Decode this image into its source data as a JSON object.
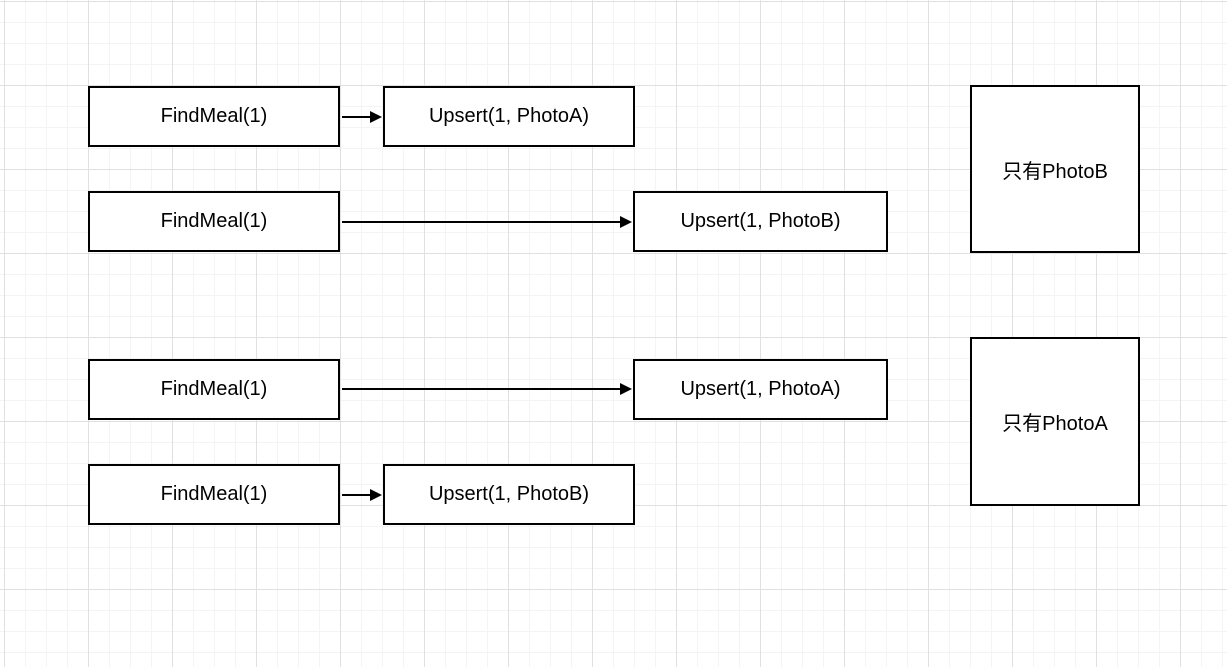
{
  "canvas": {
    "background_color": "#ffffff",
    "grid_minor_color": "#f4f4f4",
    "grid_major_color": "#e0e0e0",
    "node_border_color": "#000000",
    "node_fill_color": "#ffffff",
    "text_color": "#000000",
    "edge_color": "#000000"
  },
  "nodes": [
    {
      "label": "FindMeal(1)"
    },
    {
      "label": "Upsert(1, PhotoA)"
    },
    {
      "label": "FindMeal(1)"
    },
    {
      "label": "Upsert(1, PhotoB)"
    },
    {
      "label": "FindMeal(1)"
    },
    {
      "label": "Upsert(1, PhotoA)"
    },
    {
      "label": "FindMeal(1)"
    },
    {
      "label": "Upsert(1, PhotoB)"
    },
    {
      "label": "只有PhotoB"
    },
    {
      "label": "只有PhotoA"
    }
  ],
  "edges": [
    {
      "from_label": "FindMeal(1)",
      "to_label": "Upsert(1, PhotoA)"
    },
    {
      "from_label": "FindMeal(1)",
      "to_label": "Upsert(1, PhotoB)"
    },
    {
      "from_label": "FindMeal(1)",
      "to_label": "Upsert(1, PhotoA)"
    },
    {
      "from_label": "FindMeal(1)",
      "to_label": "Upsert(1, PhotoB)"
    }
  ]
}
